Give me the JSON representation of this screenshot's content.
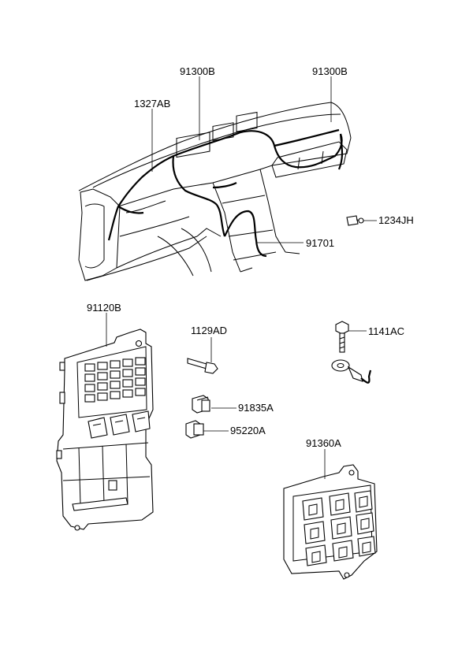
{
  "labels": {
    "harness_main_a": "91300B",
    "harness_main_b": "91300B",
    "clip": "1327AB",
    "screw_small": "1234JH",
    "floor_harness": "91701",
    "junction_box": "91120B",
    "bolt": "1129AD",
    "ground_bolt": "1141AC",
    "relay_a": "91835A",
    "relay_b": "95220A",
    "relay_box": "91360A"
  }
}
